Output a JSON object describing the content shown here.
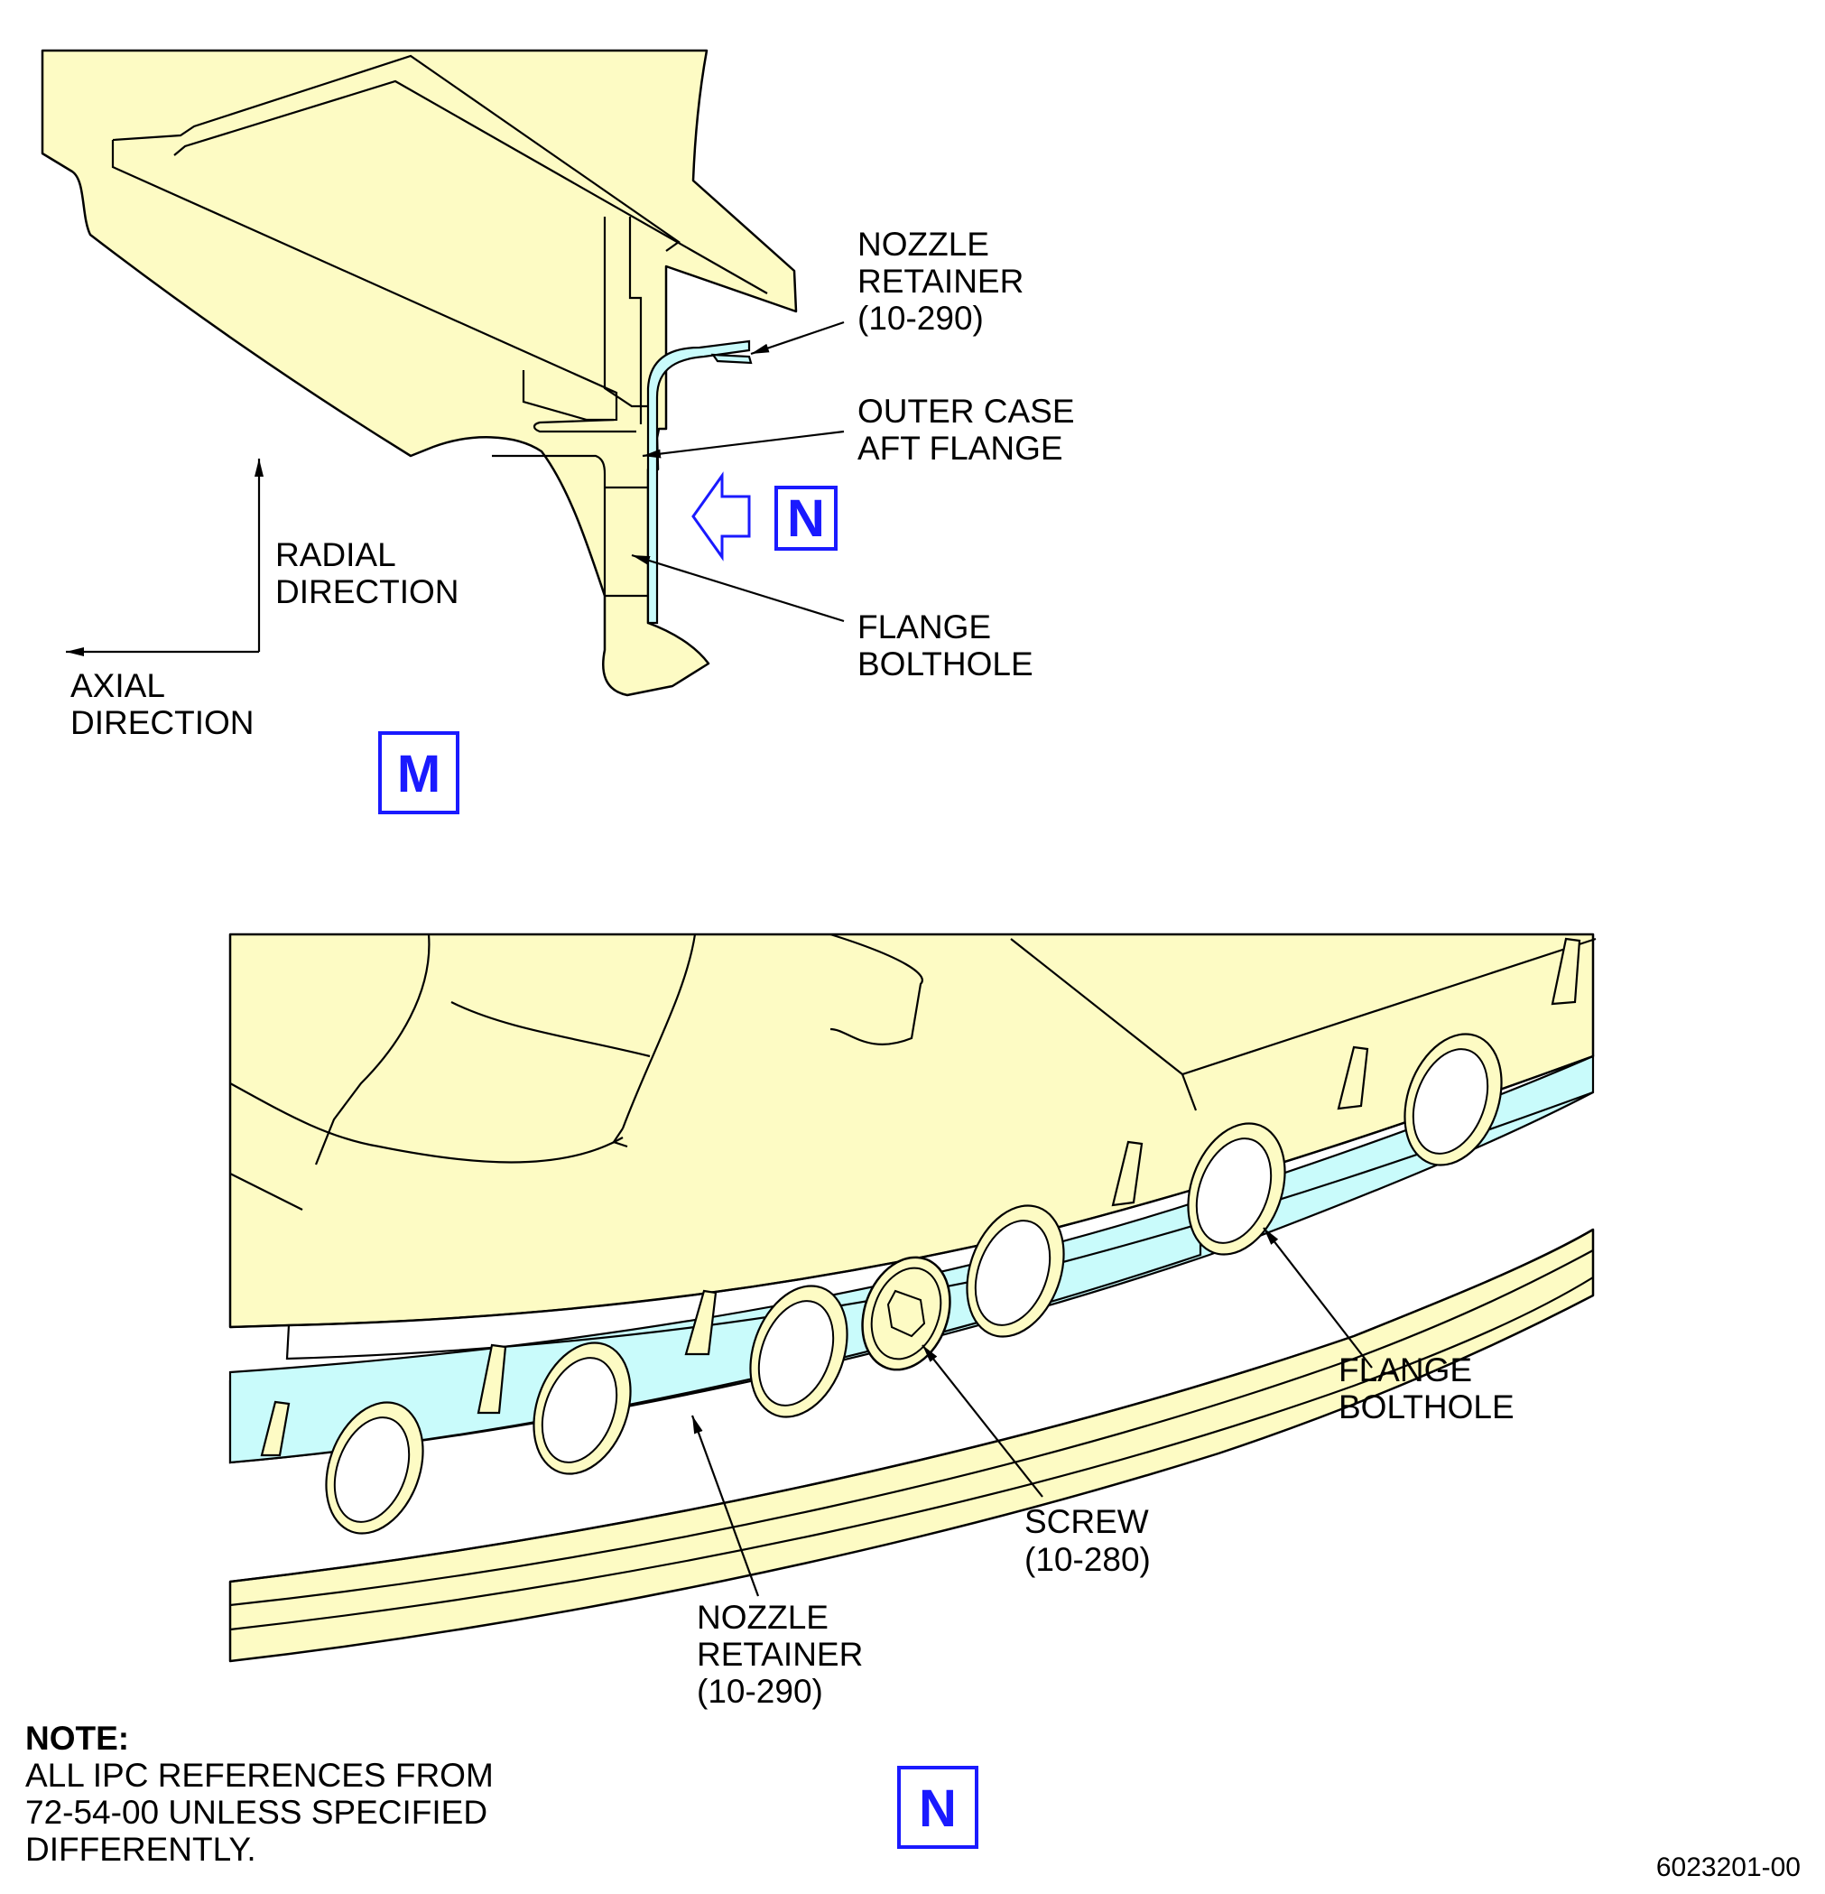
{
  "view_m": {
    "tag": "M",
    "nozzle_retainer": [
      "NOZZLE",
      "RETAINER",
      "(10-290)"
    ],
    "outer_case": [
      "OUTER CASE",
      "AFT FLANGE"
    ],
    "flange_bolthole": [
      "FLANGE",
      "BOLTHOLE"
    ],
    "radial": [
      "RADIAL",
      "DIRECTION"
    ],
    "axial": [
      "AXIAL",
      "DIRECTION"
    ],
    "view_ref_tag": "N"
  },
  "view_n": {
    "tag": "N",
    "flange_bolthole": [
      "FLANGE",
      "BOLTHOLE"
    ],
    "screw": [
      "SCREW",
      "(10-280)"
    ],
    "nozzle_retainer": [
      "NOZZLE",
      "RETAINER",
      "(10-290)"
    ]
  },
  "note": {
    "heading": "NOTE:",
    "lines": [
      "ALL IPC REFERENCES FROM",
      "72-54-00 UNLESS SPECIFIED",
      "DIFFERENTLY."
    ]
  },
  "figure_id": "6023201-00",
  "colors": {
    "part_fill": "#fdfbc4",
    "retainer_fill": "#c9fbfb",
    "callout_blue": "#1a1aff"
  }
}
